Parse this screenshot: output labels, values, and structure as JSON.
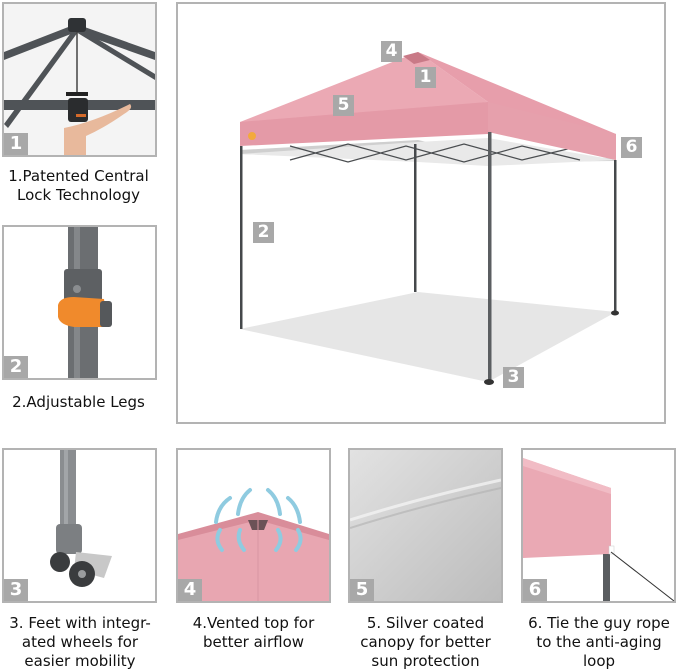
{
  "main_image": {
    "badges": [
      "4",
      "1",
      "5",
      "6",
      "2",
      "3"
    ],
    "colors": {
      "canopy": "#e8a2ae",
      "canopy_light": "#f0b6c0",
      "frame": "#555a5e",
      "shadow": "#e6e6e6",
      "badge": "#a8a8a8",
      "border": "#b3b3b3"
    }
  },
  "features": [
    {
      "number": "1",
      "caption": "1.Patented Central\nLock Technology"
    },
    {
      "number": "2",
      "caption": "2.Adjustable Legs"
    },
    {
      "number": "3",
      "caption": "3. Feet with integr-\nated wheels for\neasier mobility"
    },
    {
      "number": "4",
      "caption": "4.Vented top for\nbetter airflow"
    },
    {
      "number": "5",
      "caption": "5. Silver coated\ncanopy for better\nsun protection"
    },
    {
      "number": "6",
      "caption": "6. Tie the guy rope\nto the anti-aging\nloop"
    }
  ]
}
